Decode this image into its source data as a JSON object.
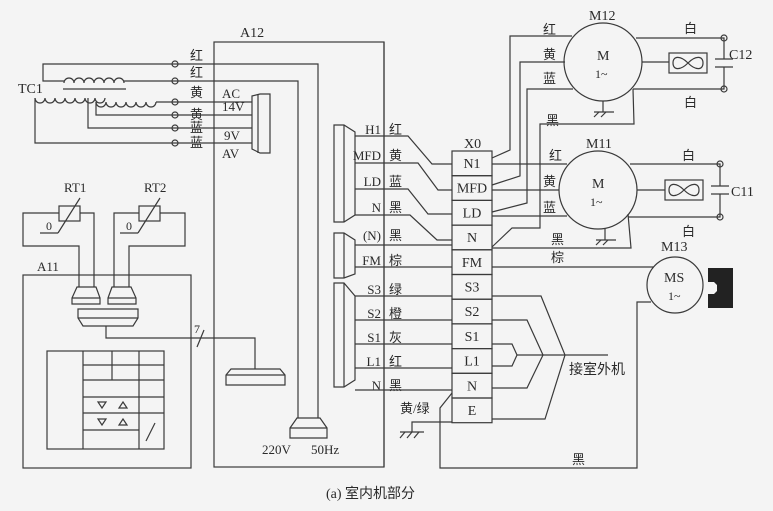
{
  "title": "(a) 室内机部分",
  "blocks": {
    "a12": "A12",
    "a11": "A11",
    "x0": "X0",
    "tc1": "TC1",
    "rt1": "RT1",
    "rt2": "RT2",
    "m12": "M12",
    "m11": "M11",
    "m13": "M13",
    "c12": "C12",
    "c11": "C11"
  },
  "transformer": {
    "wires": [
      "红",
      "红",
      "黄",
      "黄",
      "蓝",
      "蓝"
    ],
    "labels": [
      "AC",
      "14V",
      "9V",
      "AV"
    ]
  },
  "thermistor_mark": "0",
  "connector_count": "7",
  "power": {
    "voltage": "220V",
    "frequency": "50Hz"
  },
  "left_connectors": [
    {
      "pin": "H1",
      "color": "红"
    },
    {
      "pin": "MFD",
      "color": "黄"
    },
    {
      "pin": "LD",
      "color": "蓝"
    },
    {
      "pin": "N",
      "color": "黑"
    },
    {
      "pin": "(N)",
      "color": "黑"
    },
    {
      "pin": "FM",
      "color": "棕"
    },
    {
      "pin": "S3",
      "color": "绿"
    },
    {
      "pin": "S2",
      "color": "橙"
    },
    {
      "pin": "S1",
      "color": "灰"
    },
    {
      "pin": "L1",
      "color": "红"
    },
    {
      "pin": "N",
      "color": "黑"
    }
  ],
  "terminal_block": [
    "N1",
    "MFD",
    "LD",
    "N",
    "FM",
    "S3",
    "S2",
    "S1",
    "L1",
    "N",
    "E"
  ],
  "ground_wire": "黄/绿",
  "outdoor_label": "接室外机",
  "motors": {
    "m12": {
      "symbol": "M",
      "phase": "1~",
      "wires": [
        "红",
        "黄",
        "蓝",
        "黑"
      ],
      "cap_wires": [
        "白",
        "白"
      ]
    },
    "m11": {
      "symbol": "M",
      "phase": "1~",
      "wires": [
        "红",
        "黄",
        "蓝",
        "黑"
      ],
      "cap_wires": [
        "白",
        "白"
      ]
    },
    "m13": {
      "symbol": "MS",
      "phase": "1~",
      "wires": [
        "棕",
        "黑"
      ]
    }
  }
}
